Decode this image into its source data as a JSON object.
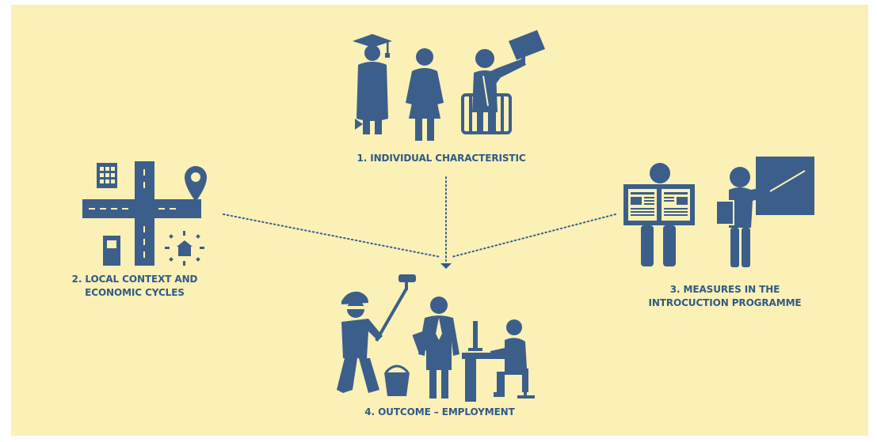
{
  "theme": {
    "background": "#fbf0b6",
    "accent": "#3b5f8a",
    "label_color": "#2f5a88"
  },
  "nodes": {
    "individual": {
      "label": "1. INDIVIDUAL CHARACTERISTIC",
      "icons": [
        "graduate-icon",
        "woman-icon",
        "wheelchair-user-icon"
      ]
    },
    "local": {
      "line1": "2. LOCAL CONTEXT AND",
      "line2": "ECONOMIC CYCLES",
      "icons": [
        "city-map-location-icon"
      ]
    },
    "measures": {
      "line1": "3. MEASURES IN THE",
      "line2": "INTROCUCTION PROGRAMME",
      "icons": [
        "newspaper-reader-icon",
        "teacher-board-icon"
      ]
    },
    "outcome": {
      "label": "4. OUTCOME – EMPLOYMENT",
      "icons": [
        "painter-worker-icon",
        "office-woman-icon",
        "desk-worker-icon"
      ]
    }
  },
  "edges": [
    {
      "from": "1. INDIVIDUAL CHARACTERISTIC",
      "to": "4. OUTCOME – EMPLOYMENT"
    },
    {
      "from": "2. LOCAL CONTEXT AND ECONOMIC CYCLES",
      "to": "4. OUTCOME – EMPLOYMENT"
    },
    {
      "from": "3. MEASURES IN THE INTROCUCTION PROGRAMME",
      "to": "4. OUTCOME – EMPLOYMENT"
    }
  ]
}
